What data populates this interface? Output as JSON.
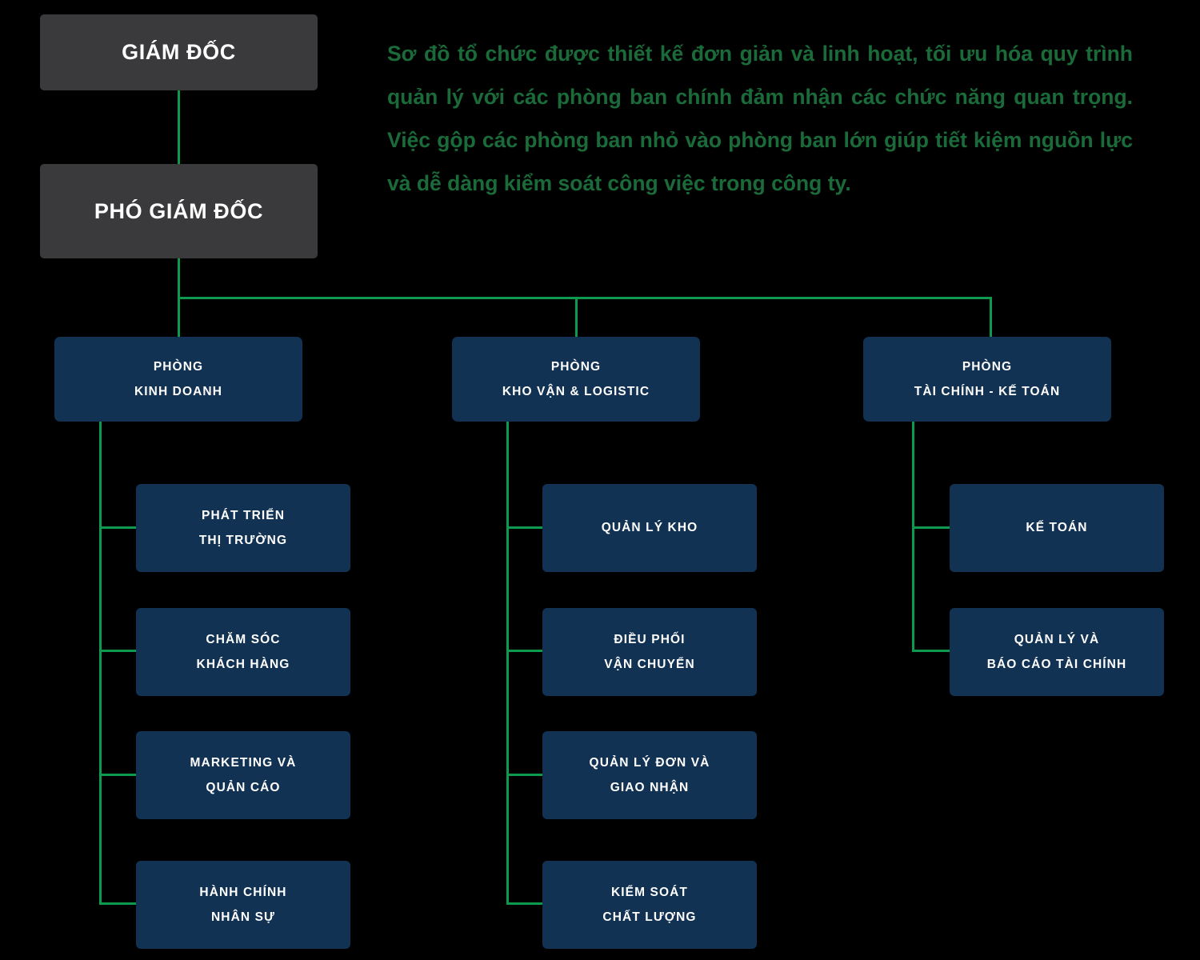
{
  "chart": {
    "title_text": "",
    "accent_line_color": "#0e9a4e",
    "exec_box_color": "#3a3a3c",
    "dept_box_color": "#123253",
    "description_color": "#1b6b3a",
    "background_color": "#000000"
  },
  "description": {
    "text": "Sơ đồ tổ chức được thiết kế đơn giản và linh hoạt, tối ưu hóa quy trình quản lý với các phòng ban chính đảm nhận các chức năng quan trọng. Việc gộp các phòng ban nhỏ vào phòng ban lớn giúp tiết kiệm nguồn lực và dễ dàng kiểm soát công việc trong công ty."
  },
  "executives": [
    {
      "label": "GIÁM ĐỐC"
    },
    {
      "label": "PHÓ GIÁM ĐỐC"
    }
  ],
  "departments": [
    {
      "line1": "PHÒNG",
      "line2": "KINH DOANH",
      "children": [
        {
          "line1": "PHÁT TRIỂN",
          "line2": "THỊ TRƯỜNG"
        },
        {
          "line1": "CHĂM SÓC",
          "line2": "KHÁCH HÀNG"
        },
        {
          "line1": "MARKETING VÀ",
          "line2": "QUẢN CÁO"
        },
        {
          "line1": "HÀNH CHÍNH",
          "line2": "NHÂN SỰ"
        }
      ]
    },
    {
      "line1": "PHÒNG",
      "line2": "KHO VẬN & LOGISTIC",
      "children": [
        {
          "line1": "QUẢN LÝ KHO",
          "line2": ""
        },
        {
          "line1": "ĐIỀU PHỐI",
          "line2": "VẬN CHUYỂN"
        },
        {
          "line1": "QUẢN LÝ ĐƠN VÀ",
          "line2": "GIAO NHẬN"
        },
        {
          "line1": "KIỂM SOÁT",
          "line2": "CHẤT LƯỢNG"
        }
      ]
    },
    {
      "line1": "PHÒNG",
      "line2": "TÀI CHÍNH - KẾ TOÁN",
      "children": [
        {
          "line1": "KẾ TOÁN",
          "line2": ""
        },
        {
          "line1": "QUẢN LÝ VÀ",
          "line2": "BÁO CÁO TÀI CHÍNH"
        }
      ]
    }
  ]
}
